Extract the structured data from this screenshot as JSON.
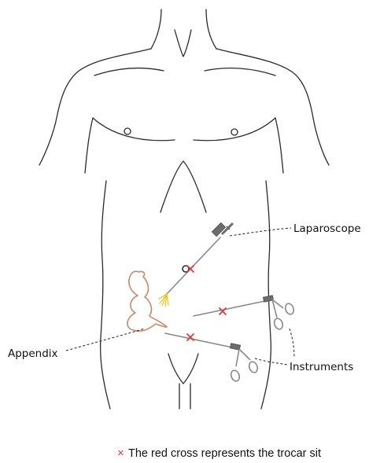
{
  "labels": {
    "laparoscope": "Laparoscope",
    "appendix": "Appendix",
    "instruments": "Instruments"
  },
  "legend": {
    "symbol": "×",
    "text": "The red cross represents the trocar sit"
  },
  "colors": {
    "body_outline": "#2b2b2b",
    "instrument": "#8a8a8a",
    "trocar_cross": "#e03a3a",
    "appendix": "#c98a66",
    "light": "#f0c419"
  }
}
